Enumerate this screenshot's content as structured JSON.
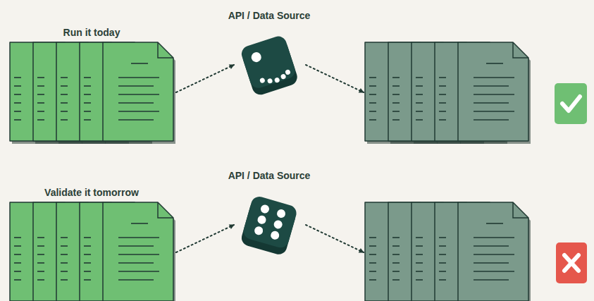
{
  "diagram": {
    "nodes": [
      {
        "text": [
          "Run it today"
        ]
      },
      {
        "text": [
          "API / Data Source"
        ]
      },
      {
        "text": []
      },
      {
        "text": [
          "Validate it tomorrow"
        ]
      },
      {
        "text": [
          "API / Data Source"
        ]
      },
      {
        "text": []
      }
    ],
    "edges": [
      {
        "from": 0,
        "to": 1,
        "arrow": "to"
      },
      {
        "from": 1,
        "to": 2,
        "arrow": "to"
      },
      {
        "from": 3,
        "to": 4,
        "arrow": "to"
      },
      {
        "from": 4,
        "to": 5,
        "arrow": "to"
      }
    ]
  }
}
